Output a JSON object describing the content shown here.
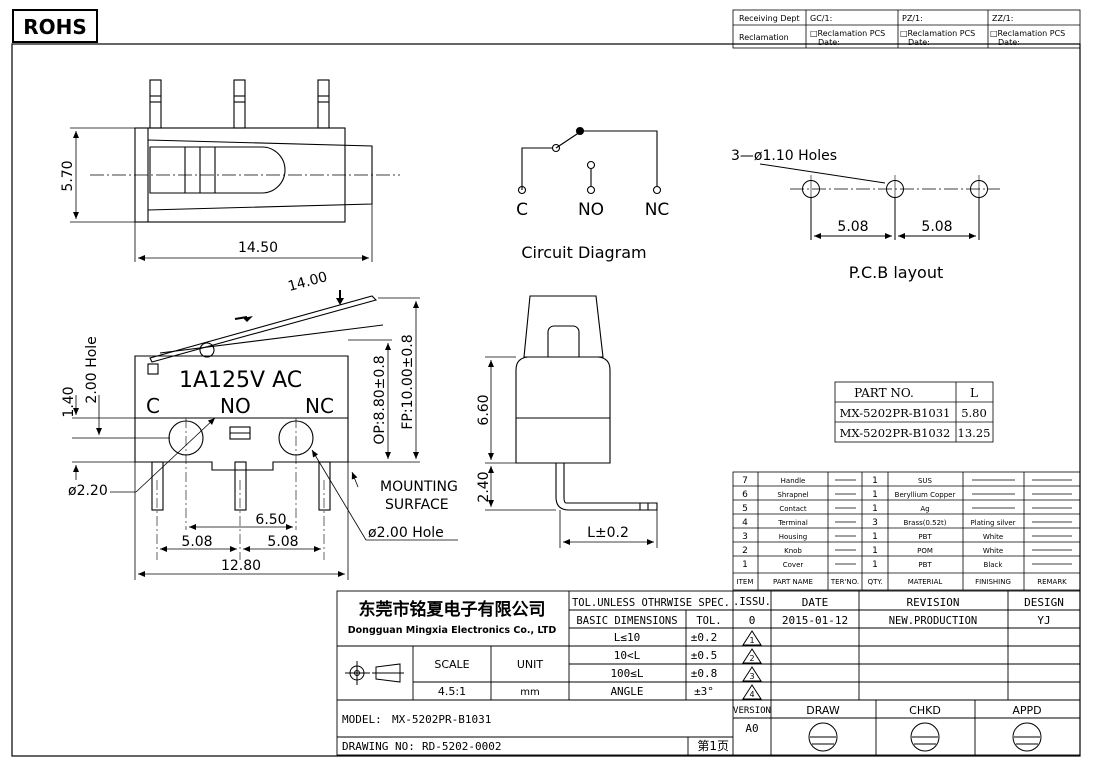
{
  "rohs": "ROHS",
  "header": {
    "receiving_dept": "Receiving Dept",
    "reclamation": "Reclamation",
    "gc": "GC/1:",
    "pz": "PZ/1:",
    "zz": "ZZ/1:",
    "recl_pcs": "□Reclamation   PCS",
    "date": "Date:"
  },
  "dims": {
    "h570": "5.70",
    "w1450": "14.50",
    "lever1400": "14.00",
    "hole200": "2.00",
    "hole_word": "Hole",
    "d140": "1.40",
    "op": "OP:8.80±0.8",
    "fp": "FP:10.00±0.8",
    "rating": "1A125V  AC",
    "c": "C",
    "no": "NO",
    "nc": "NC",
    "dia220": "ø2.20",
    "s650": "6.50",
    "s508a": "5.08",
    "s508b": "5.08",
    "w1280": "12.80",
    "mounting1": "MOUNTING",
    "mounting2": "SURFACE",
    "hole2_label": "ø2.00  Hole",
    "h660": "6.60",
    "h240": "2.40",
    "l_tol": "L±0.2"
  },
  "circuit": {
    "c": "C",
    "no": "NO",
    "nc": "NC",
    "title": "Circuit  Diagram"
  },
  "pcb": {
    "holes": "3—ø1.10  Holes",
    "p1": "5.08",
    "p2": "5.08",
    "title": "P.C.B  layout"
  },
  "part_table": {
    "head_part": "PART NO.",
    "head_l": "L",
    "rows": [
      {
        "part": "MX-5202PR-B1031",
        "l": "5.80"
      },
      {
        "part": "MX-5202PR-B1032",
        "l": "13.25"
      }
    ]
  },
  "bom": {
    "rows": [
      {
        "no": "7",
        "name": "Handle",
        "qty": "1",
        "mat": "SUS",
        "fin": "",
        "rem": ""
      },
      {
        "no": "6",
        "name": "Shrapnel",
        "qty": "1",
        "mat": "Beryllium Copper",
        "fin": "",
        "rem": ""
      },
      {
        "no": "5",
        "name": "Contact",
        "qty": "1",
        "mat": "Ag",
        "fin": "",
        "rem": ""
      },
      {
        "no": "4",
        "name": "Terminal",
        "qty": "3",
        "mat": "Brass(0.52t)",
        "fin": "Plating silver",
        "rem": ""
      },
      {
        "no": "3",
        "name": "Housing",
        "qty": "1",
        "mat": "PBT",
        "fin": "White",
        "rem": ""
      },
      {
        "no": "2",
        "name": "Knob",
        "qty": "1",
        "mat": "POM",
        "fin": "White",
        "rem": ""
      },
      {
        "no": "1",
        "name": "Cover",
        "qty": "1",
        "mat": "PBT",
        "fin": "Black",
        "rem": ""
      }
    ],
    "head": {
      "item": "ITEM",
      "name": "PART NAME",
      "ter": "TER'NO.",
      "qty": "QTY.",
      "mat": "MATERIAL",
      "fin": "FINISHING",
      "rem": "REMARK"
    }
  },
  "title_block": {
    "company_cn": "东莞市铭夏电子有限公司",
    "company_en": "Dongguan Mingxia Electronics Co., LTD",
    "tol_spec": "TOL.UNLESS OTHRWISE SPEC.",
    "basic_dim": "BASIC DIMENSIONS",
    "tol": "TOL.",
    "tol_rows": [
      {
        "dim": "L≤10",
        "tol": "±0.2"
      },
      {
        "dim": "10<L",
        "tol": "±0.5"
      },
      {
        "dim": "100≤L",
        "tol": "±0.8"
      },
      {
        "dim": "ANGLE",
        "tol": "±3°"
      }
    ],
    "scale_label": "SCALE",
    "unit_label": "UNIT",
    "scale": "4.5:1",
    "unit": "mm",
    "model_label": "MODEL:",
    "model": "MX-5202PR-B1031",
    "drawing_label": "DRAWING NO:",
    "drawing": "RD-5202-0002",
    "sheet": "第1页",
    "issu": ".ISSU.",
    "date_h": "DATE",
    "revision_h": "REVISION",
    "design_h": "DESIGN",
    "issue0": "0",
    "date0": "2015-01-12",
    "rev0": "NEW.PRODUCTION",
    "design0": "YJ",
    "tri": [
      "1",
      "2",
      "3",
      "4"
    ],
    "version_label": "VERSION",
    "version": "A0",
    "draw": "DRAW",
    "chkd": "CHKD",
    "appd": "APPD"
  }
}
